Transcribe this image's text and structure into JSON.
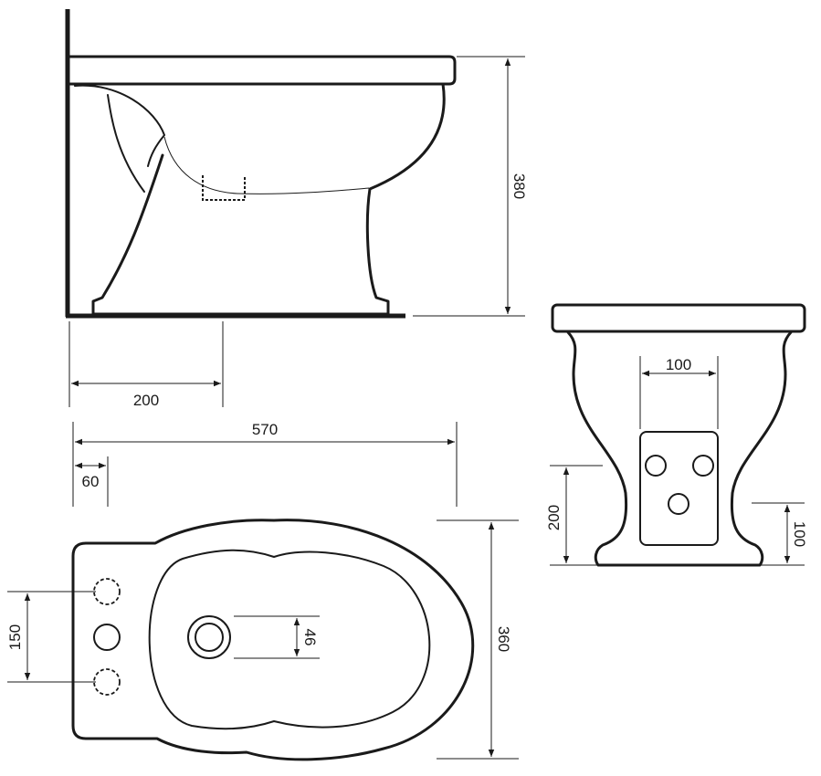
{
  "dimensions": {
    "height_side": "380",
    "wall_to_drain": "200",
    "depth_total": "570",
    "wall_gap": "60",
    "width_total": "360",
    "tap_spacing": "150",
    "drain_diameter": "46",
    "front_hole_width": "100",
    "front_base_height": "200",
    "front_pipe_height": "100"
  }
}
